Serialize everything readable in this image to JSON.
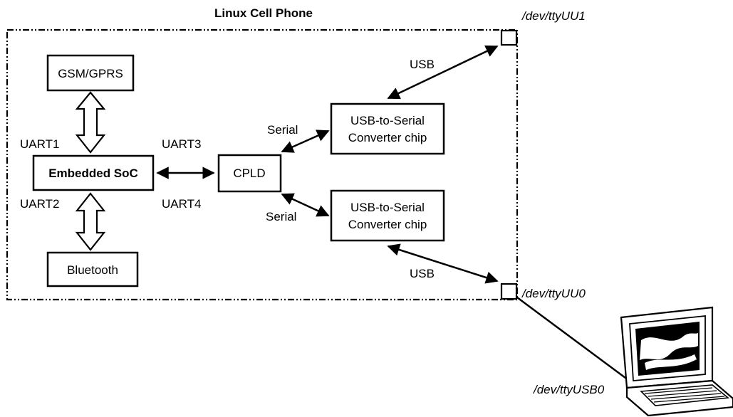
{
  "title": "Linux Cell Phone",
  "blocks": {
    "gsm": "GSM/GPRS",
    "soc": "Embedded SoC",
    "bluetooth": "Bluetooth",
    "cpld": "CPLD",
    "usb_serial_top": [
      "USB-to-Serial",
      "Converter chip"
    ],
    "usb_serial_bottom": [
      "USB-to-Serial",
      "Converter chip"
    ]
  },
  "links": {
    "uart1": "UART1",
    "uart2": "UART2",
    "uart3": "UART3",
    "uart4": "UART4",
    "serial_top": "Serial",
    "serial_bottom": "Serial",
    "usb_top": "USB",
    "usb_bottom": "USB"
  },
  "ports": {
    "top": "/dev/ttyUU1",
    "bottom": "/dev/ttyUU0",
    "host": "/dev/ttyUSB0"
  }
}
